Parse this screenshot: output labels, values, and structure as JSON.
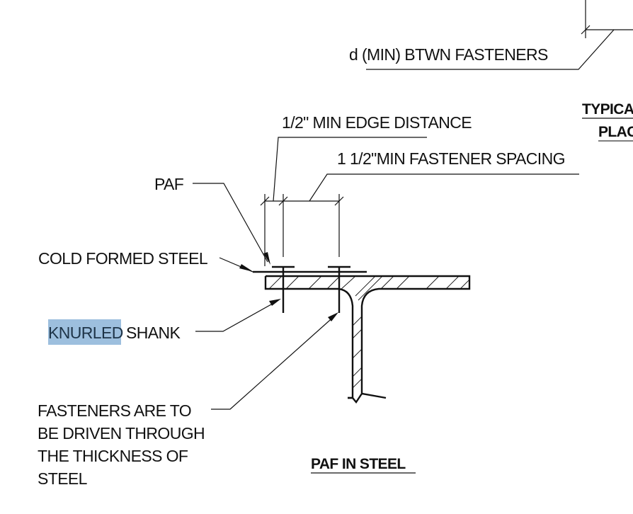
{
  "drawing": {
    "top_callout": "d (MIN) BTWN FASTENERS",
    "side_title_line1": "TYPICA",
    "side_title_line2": "PLAC",
    "edge_distance": "1/2\" MIN EDGE DISTANCE",
    "fastener_spacing": "1 1/2\"MIN FASTENER SPACING",
    "paf": "PAF",
    "cold_formed_steel": "COLD FORMED STEEL",
    "knurled_highlighted": "KNURLED",
    "shank": "SHANK",
    "note_lines": [
      "FASTENERS ARE TO",
      "BE DRIVEN THROUGH",
      "THE THICKNESS OF",
      "STEEL"
    ],
    "detail_title": "PAF IN STEEL",
    "highlight_color": "#9dbfde",
    "line_color": "#111111"
  }
}
